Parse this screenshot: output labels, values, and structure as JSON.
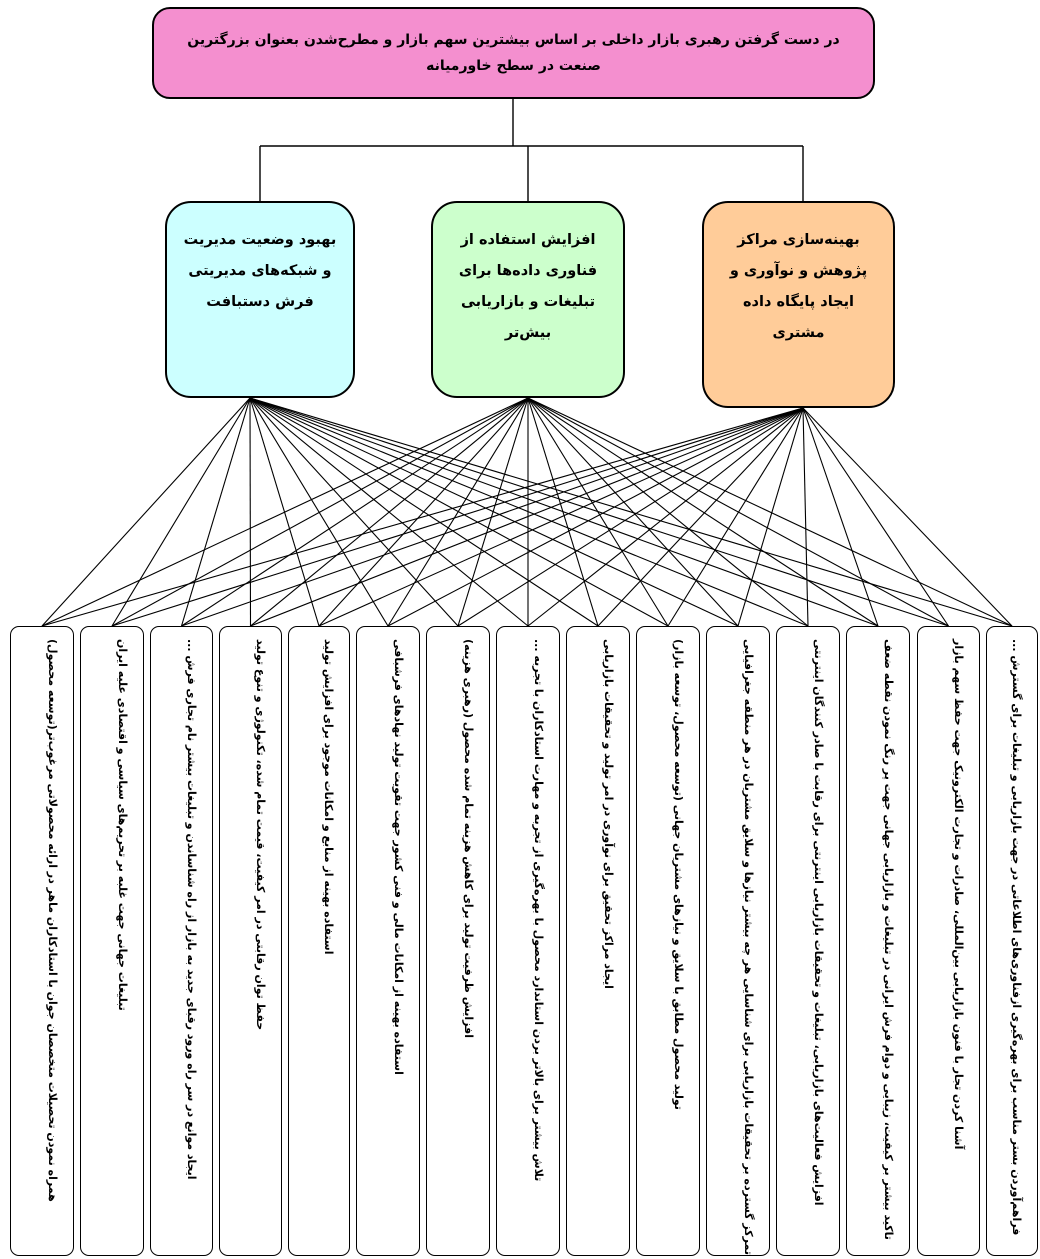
{
  "goal": "در دست گرفتن رهبری بازار داخلی بر اساس بیشترین سهم بازار و مطرح‌شدن بعنوان بزرگترین صنعت در سطح خاورمیانه",
  "criteria": {
    "c1": "بهبود وضعیت مدیریت و شبکه‌های مدیریتی فرش دستبافت",
    "c2": "افزایش استفاده از فناوری داده‌ها برای تبلیغات و بازاریابی بیش‌تر",
    "c3": "بهینه‌سازی مراکز پژوهش و نوآوری و ایجاد پایگاه داده مشتری"
  },
  "alternatives": [
    "فراهم‌آوردن بستر مناسب برای بهره‌گیری ازفناوری‌های اطلاعاتی در جهت بازاریابی و تبلیغات برای گسترش ...",
    "آشنا کردن تجار با فنون بازاریابی بین‌المللی، صادرات و تجارت الکترونیک جهت حفظ سهم بازار",
    "تاکید بیشتر بر کیفیت، زیبایی و دوام فرش ایرانی در تبلیغات و بازاریابی جهانی جهت پر رنگ نمودن نقطه ضعف",
    "افزایش فعالیت‌های بازاریابی، تبلیغات و تحقیقات بازاریابی اینترنتی برای رقابت با صادر کنندگان اینترنتی",
    "تمرکز گسترده بر تحقیقات بازاریابی برای شناسایی هر چه بیشتر نیازها و سلایق مشتریان در هر منطقه جغرافیایی",
    "تولید محصول مطابق با سلایق و نیازهای مشتریان جهانی (توسعه محصول، توسعه بازار)",
    "ایجاد مراکز تحقیق برای نوآوری در امر تولید و تحقیقات بازاریابی",
    "تلاش بیشتر برای بالاتر بردن استاندارد محصول با بهره‌گیری از تجربه و مهارت استادکاران با تجربه ...",
    "افزایش ظرفیت تولید برای کاهش هزینه تمام شده محصول (رهبری هزینه)",
    "استفاده بهینه از امکانات مالی و فنی کشور جهت تقویت تولید نهادهای فرشبافی",
    "استفاده بهینه از منابع و امکانات موجود برای افزایش تولید",
    "حفظ توان رقابتی در امر کیفیت، قیمت تمام شده، تکنولوژی و تنوع تولید",
    "ایجاد موانع در سر راه ورود رقبای جدید به بازار از راه شناساندن و تبلیغات بیشتر نام تجاری فرش ...",
    "تبلیغات جهانی جهت غلبه بر تحریم‌های سیاسی و اقتصادی علیه ایران",
    "همراه نمودن تحصیلات متخصصان جوان با استادکاران ماهر در ارائه محصولاتی مرغوب‌تر(توسعه محصول)"
  ]
}
